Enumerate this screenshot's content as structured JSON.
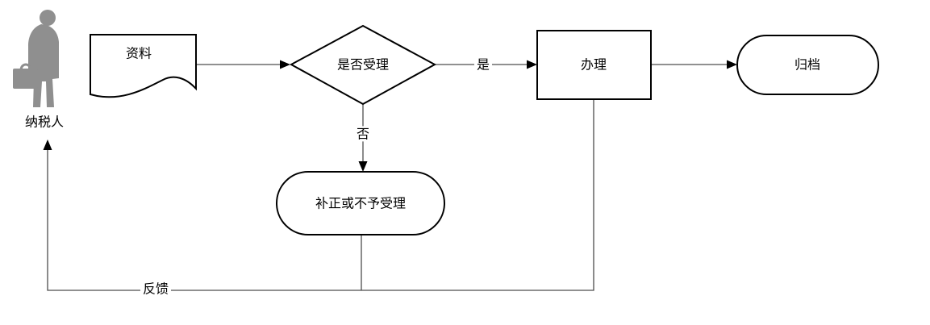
{
  "actor": {
    "label": "纳税人"
  },
  "nodes": [
    {
      "id": "materials",
      "label": "资料",
      "shape": "document"
    },
    {
      "id": "decision",
      "label": "是否受理",
      "shape": "decision"
    },
    {
      "id": "process",
      "label": "办理",
      "shape": "rectangle"
    },
    {
      "id": "archive",
      "label": "归档",
      "shape": "terminator"
    },
    {
      "id": "correction",
      "label": "补正或不予受理",
      "shape": "terminator"
    }
  ],
  "edges": [
    {
      "from": "materials",
      "to": "decision",
      "label": ""
    },
    {
      "from": "decision",
      "to": "process",
      "label": "是"
    },
    {
      "from": "decision",
      "to": "correction",
      "label": "否"
    },
    {
      "from": "process",
      "to": "archive",
      "label": ""
    },
    {
      "from": "process",
      "to": "actor",
      "label": "反馈"
    }
  ],
  "colors": {
    "shape_border": "#000000",
    "connector": "#4d4d4d",
    "actor_fill": "#8f8f8f",
    "text": "#000000",
    "background": "#ffffff"
  }
}
